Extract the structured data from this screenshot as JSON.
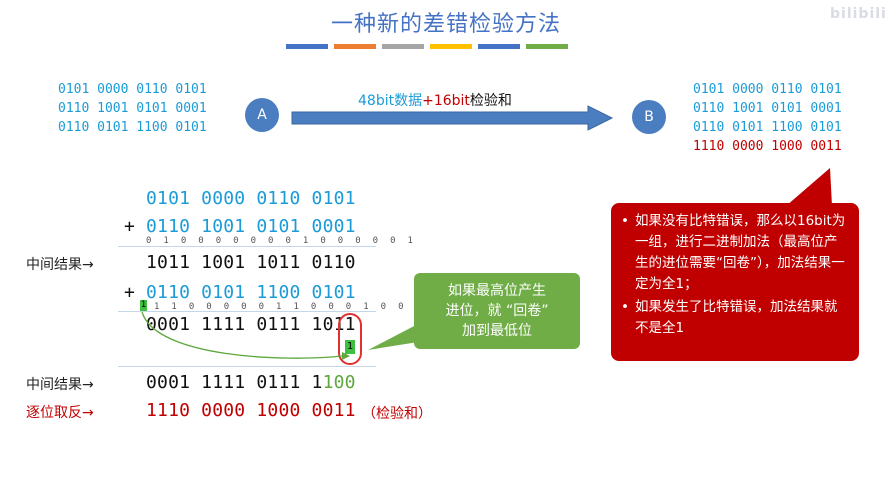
{
  "slide": {
    "title": "一种新的差错检验方法",
    "watermark": "bilibili",
    "stripe_colors": [
      "#4472c4",
      "#ed7d31",
      "#a5a5a5",
      "#ffc000",
      "#4472c4",
      "#70ad47"
    ]
  },
  "sender": {
    "label": "A",
    "data_lines": [
      "0101 0000 0110 0101",
      "0110 1001 0101 0001",
      "0110 0101 1100 0101"
    ]
  },
  "transfer": {
    "label_part1": "48bit数据",
    "plus": "+",
    "label_part2": "16bit",
    "label_part3": "检验和"
  },
  "receiver": {
    "label": "B",
    "data_lines": [
      "0101 0000 0110 0101",
      "0110 1001 0101 0001",
      "0110 0101 1100 0101"
    ],
    "checksum_line": "1110 0000 1000 0011"
  },
  "calculation": {
    "operand1": "0101 0000 0110 0101",
    "plus_sign": "+",
    "operand2": "0110 1001 0101 0001",
    "carries1": "0 1 0 0 0 0 0 0 0 1 0 0 0 0 0 1",
    "intermediate_label1": "中间结果→",
    "intermediate1": "1011 1001 1011 0110",
    "operand3": "0110 0101 1100 0101",
    "carry_out": "1",
    "carries2": "1 1 0 0 0 0 0 1 1 0 0 0 1 0 0",
    "raw_sum": "0001 1111 0111 1011",
    "wrap_bit": "1",
    "intermediate_label2": "中间结果→",
    "intermediate2_main": "0001 1111 0111 1",
    "intermediate2_tail": "100",
    "invert_label": "逐位取反→",
    "checksum": "1110 0000 1000 0011",
    "checksum_note": "（检验和）"
  },
  "callout_green": {
    "text_lines": [
      "如果最高位产生",
      "进位，就 “回卷”",
      "加到最低位"
    ]
  },
  "callout_red": {
    "bullets": [
      "如果没有比特错误，那么以16bit为一组，进行二进制加法（最高位产生的进位需要“回卷”），加法结果一定为全1；",
      "如果发生了比特错误，加法结果就不是全1"
    ]
  }
}
